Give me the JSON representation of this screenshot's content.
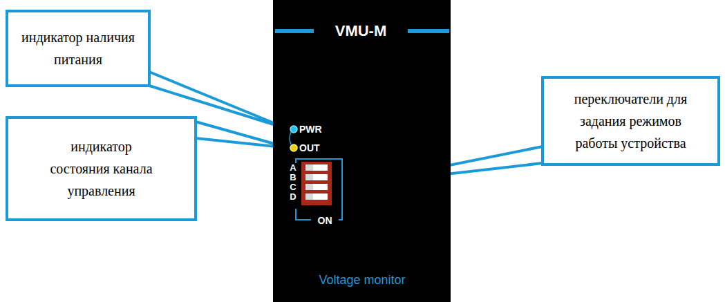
{
  "diagram": {
    "nodes": [
      {
        "text": [
          "индикатор наличия питания"
        ]
      },
      {
        "text": [
          "индикатор состояния канала управления"
        ]
      },
      {
        "text": [
          "переключатели для задания режимов работы устройства"
        ]
      }
    ],
    "labels": [
      "VMU-M",
      "PWR",
      "OUT",
      "A",
      "B",
      "C",
      "D",
      "ON",
      "Voltage monitor"
    ]
  }
}
